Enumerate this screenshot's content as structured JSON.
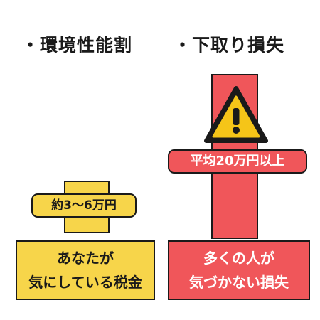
{
  "headings": {
    "left": "・環境性能割",
    "right": "・下取り損失"
  },
  "left_panel": {
    "amount_label": "約3〜6万円",
    "caption_line1": "あなたが",
    "caption_line2": "気にしている税金"
  },
  "right_panel": {
    "amount_label": "平均20万円以上",
    "caption_line1": "多くの人が",
    "caption_line2": "気づかない損失",
    "icon": "warning-icon"
  },
  "colors": {
    "yellow": "#f7d54a",
    "red": "#f0565a",
    "outline": "#1a1a1a",
    "icon_yellow": "#f5c518"
  }
}
